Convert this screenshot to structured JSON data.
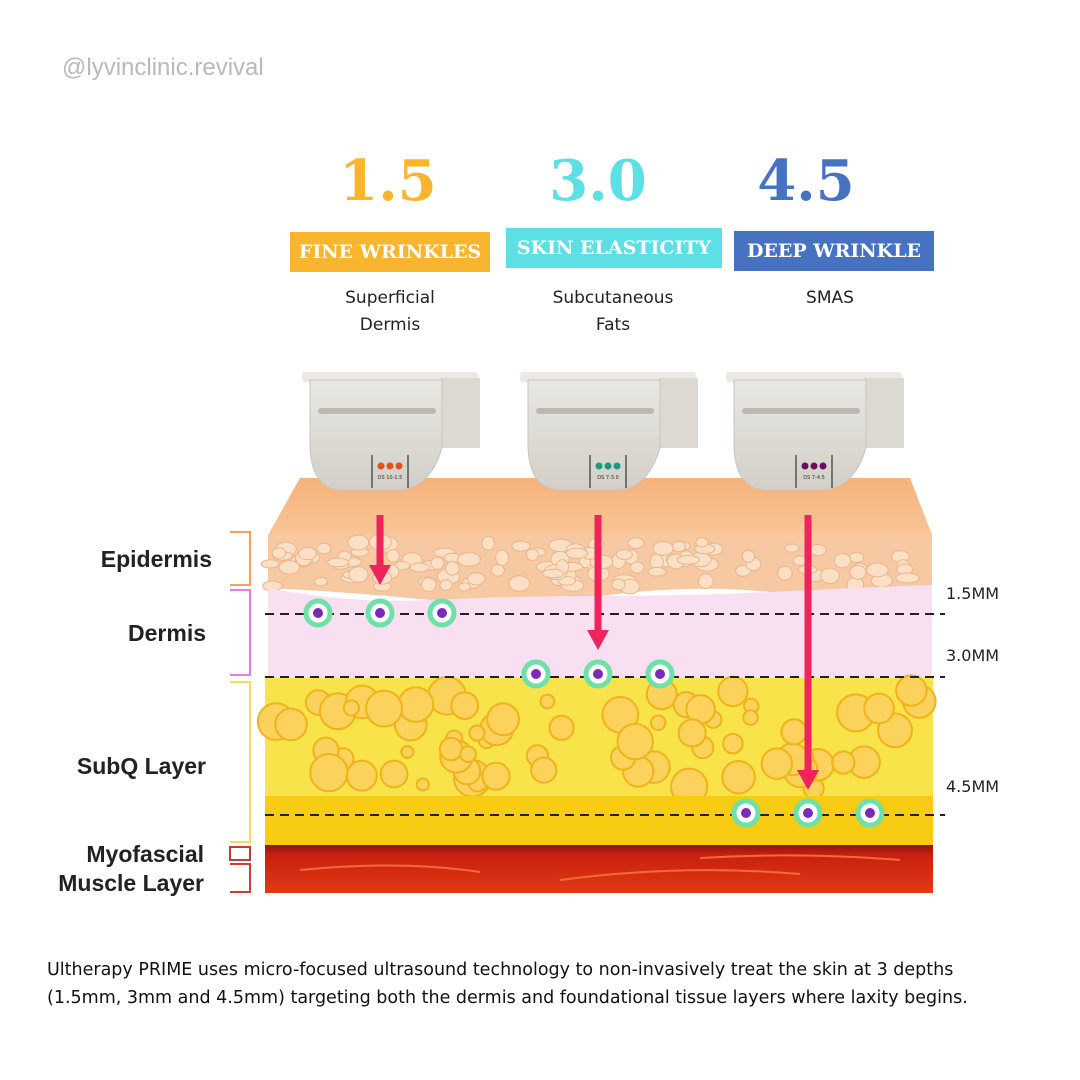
{
  "handle": "@lyvinclinic.revival",
  "depths": [
    {
      "number": "1.5",
      "label": "FINE WRINKLES",
      "target": [
        "Superficial",
        "Dermis"
      ],
      "color": "#f9b52e",
      "transducer": "DS 10-1.5",
      "dot_color": "#e0531d"
    },
    {
      "number": "3.0",
      "label": "SKIN ELASTICITY",
      "target": [
        "Subcutaneous",
        "Fats"
      ],
      "color": "#5ce0e6",
      "transducer": "DS 7-3.0",
      "dot_color": "#1a9a7e"
    },
    {
      "number": "4.5",
      "label": "DEEP WRINKLE",
      "target": [
        "SMAS",
        ""
      ],
      "color": "#4672c1",
      "transducer": "DS 7-4.5",
      "dot_color": "#6a0c5c"
    }
  ],
  "layers": [
    "Epidermis",
    "Dermis",
    "SubQ Layer",
    "Myofascial",
    "Muscle Layer"
  ],
  "depth_markers": [
    "1.5MM",
    "3.0MM",
    "4.5MM"
  ],
  "caption": [
    "Ultherapy PRIME uses micro-focused ultrasound technology to non-invasively treat the skin at 3 depths",
    "(1.5mm, 3mm and 4.5mm) targeting both the dermis and foundational tissue layers where laxity begins."
  ]
}
